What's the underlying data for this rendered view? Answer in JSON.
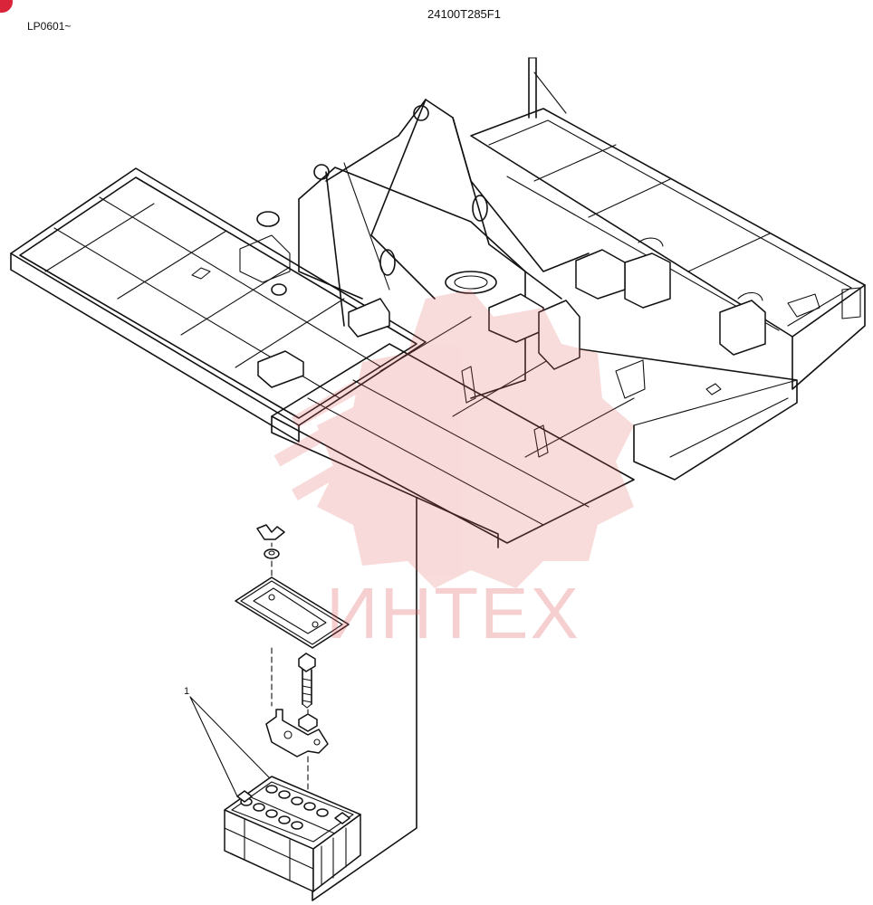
{
  "header": {
    "serial_range": "LP0601~",
    "drawing_number": "24100T285F1"
  },
  "callouts": [
    {
      "label": "1"
    }
  ],
  "watermark": {
    "text": "ИНТЕХ",
    "color": "#e05a5a"
  },
  "colors": {
    "line": "#111111",
    "background": "#ffffff",
    "corner_mark": "#d9243a"
  }
}
